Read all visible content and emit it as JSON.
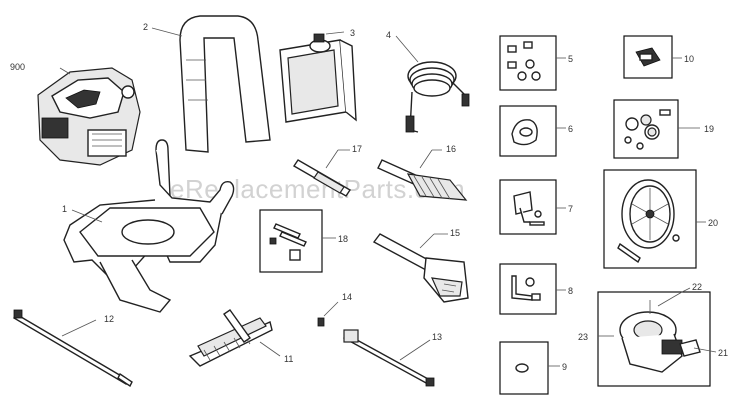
{
  "watermark": "eReplacementParts.com",
  "labels": {
    "p1": "1",
    "p2": "2",
    "p3": "3",
    "p4": "4",
    "p5": "5",
    "p6": "6",
    "p7": "7",
    "p8": "8",
    "p9": "9",
    "p10": "10",
    "p11": "11",
    "p12": "12",
    "p13": "13",
    "p14": "14",
    "p15": "15",
    "p16": "16",
    "p17": "17",
    "p18": "18",
    "p19": "19",
    "p20": "20",
    "p21": "21",
    "p22": "22",
    "p23": "23",
    "p900": "900"
  }
}
